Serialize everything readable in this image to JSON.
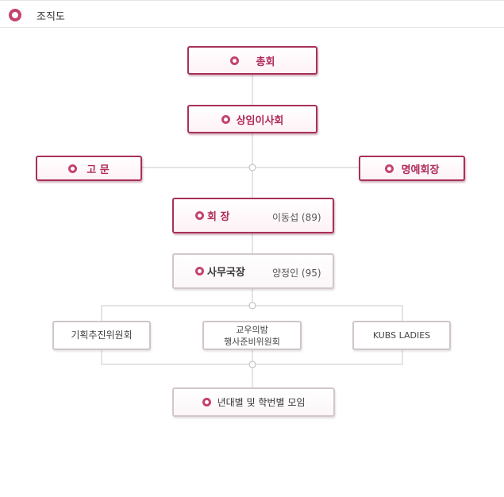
{
  "header": {
    "title": "조직도"
  },
  "org": {
    "general_assembly": "총회",
    "standing_board": "상임이사회",
    "advisor": "고 문",
    "honorary_chair": "명예회장",
    "chairman": {
      "title": "회 장",
      "person": "이동섭 (89)"
    },
    "secretary_general": {
      "title": "사무국장",
      "person": "양정인 (95)"
    },
    "committees": [
      {
        "name": "기획추진위원회"
      },
      {
        "name_line1": "교우의밤",
        "name_line2": "행사준비위원회"
      },
      {
        "name": "KUBS LADIES"
      }
    ],
    "class_meetings": "년대별 및 학번별 모임"
  }
}
